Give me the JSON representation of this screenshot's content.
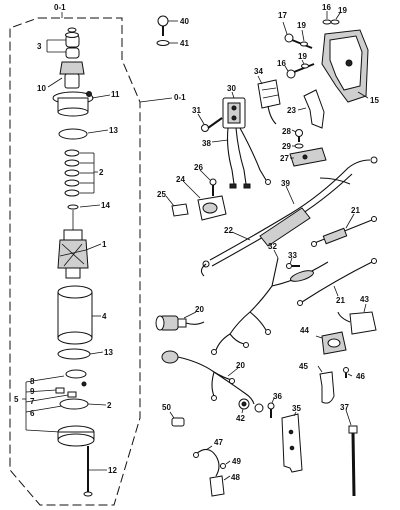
{
  "labels": {
    "l0_1_top": "0-1",
    "l0_1_mid": "0-1",
    "l1": "1",
    "l2a": "2",
    "l2b": "2",
    "l3": "3",
    "l4": "4",
    "l5": "5",
    "l6": "6",
    "l7": "7",
    "l8": "8",
    "l9": "9",
    "l10": "10",
    "l11": "11",
    "l12": "12",
    "l13a": "13",
    "l13b": "13",
    "l14": "14",
    "l15": "15",
    "l16a": "16",
    "l16b": "16",
    "l17": "17",
    "l19a": "19",
    "l19b": "19",
    "l19c": "19",
    "l20a": "20",
    "l20b": "20",
    "l21a": "21",
    "l21b": "21",
    "l22": "22",
    "l23": "23",
    "l24": "24",
    "l25": "25",
    "l26": "26",
    "l27": "27",
    "l28": "28",
    "l29": "29",
    "l30": "30",
    "l31": "31",
    "l32": "32",
    "l33": "33",
    "l34": "34",
    "l35": "35",
    "l36": "36",
    "l37": "37",
    "l38": "38",
    "l39": "39",
    "l40": "40",
    "l41": "41",
    "l42": "42",
    "l43": "43",
    "l44": "44",
    "l45": "45",
    "l46": "46",
    "l47": "47",
    "l48": "48",
    "l49": "49",
    "l50": "50"
  }
}
